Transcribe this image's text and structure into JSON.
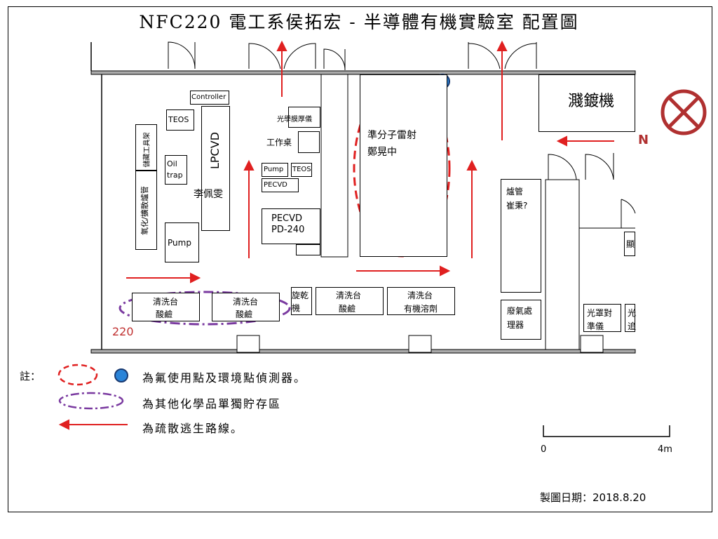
{
  "title": "NFC220 電工系侯拓宏 - 半導體有機實驗室 配置圖",
  "room_number": "220",
  "north_label": "N",
  "equipment": {
    "controller": "Controller",
    "teos_left": "TEOS",
    "lpcvd": "LPCVD",
    "tool_cabinet": "儲藏工具架",
    "oil_trap_line1": "Oil",
    "oil_trap_line2": "trap",
    "gas_cabinet": "氧化/擴散爐管",
    "pump_left": "Pump",
    "lpcvd_owner": "李佩雯",
    "photoresist": "光學膜厚儀",
    "workbench": "工作桌",
    "pump_mid": "Pump",
    "teos_mid": "TEOS",
    "pecvd_small": "PECVD",
    "pecvd_line1": "PECVD",
    "pecvd_line2": "PD-240",
    "mbe_line1": "準分子雷射",
    "mbe_line2": "鄭晃中",
    "sputter": "濺鍍機",
    "furnace_line1": "爐管",
    "furnace_line2": "崔秉?",
    "wet_bench_1_line1": "清洗台",
    "wet_bench_1_line2": "酸鹼",
    "wet_bench_2_line1": "清洗台",
    "wet_bench_2_line2": "酸鹼",
    "spin_dryer_line1": "旋乾",
    "spin_dryer_line2": "機",
    "wet_bench_3_line1": "清洗台",
    "wet_bench_3_line2": "酸鹼",
    "wet_bench_4_line1": "清洗台",
    "wet_bench_4_line2": "有機溶劑",
    "scrubber_line1": "廢氣處",
    "scrubber_line2": "理器",
    "aligner_line1": "光罩對",
    "aligner_line2": "準儀",
    "edge_1": "光",
    "edge_2": "追",
    "edge_3": "顯"
  },
  "legend": {
    "note_label": "註：",
    "item1": "為氟使用點及環境點偵測器。",
    "item2": "為其他化學品單獨貯存區",
    "item3": "為疏散逃生路線。"
  },
  "scale": {
    "start": "0",
    "end": "4m"
  },
  "date": "製圖日期：2018.8.20",
  "colors": {
    "red": "#e02020",
    "purple": "#7a3aa0",
    "blue": "#2a84d8",
    "compass": "#b03030"
  }
}
